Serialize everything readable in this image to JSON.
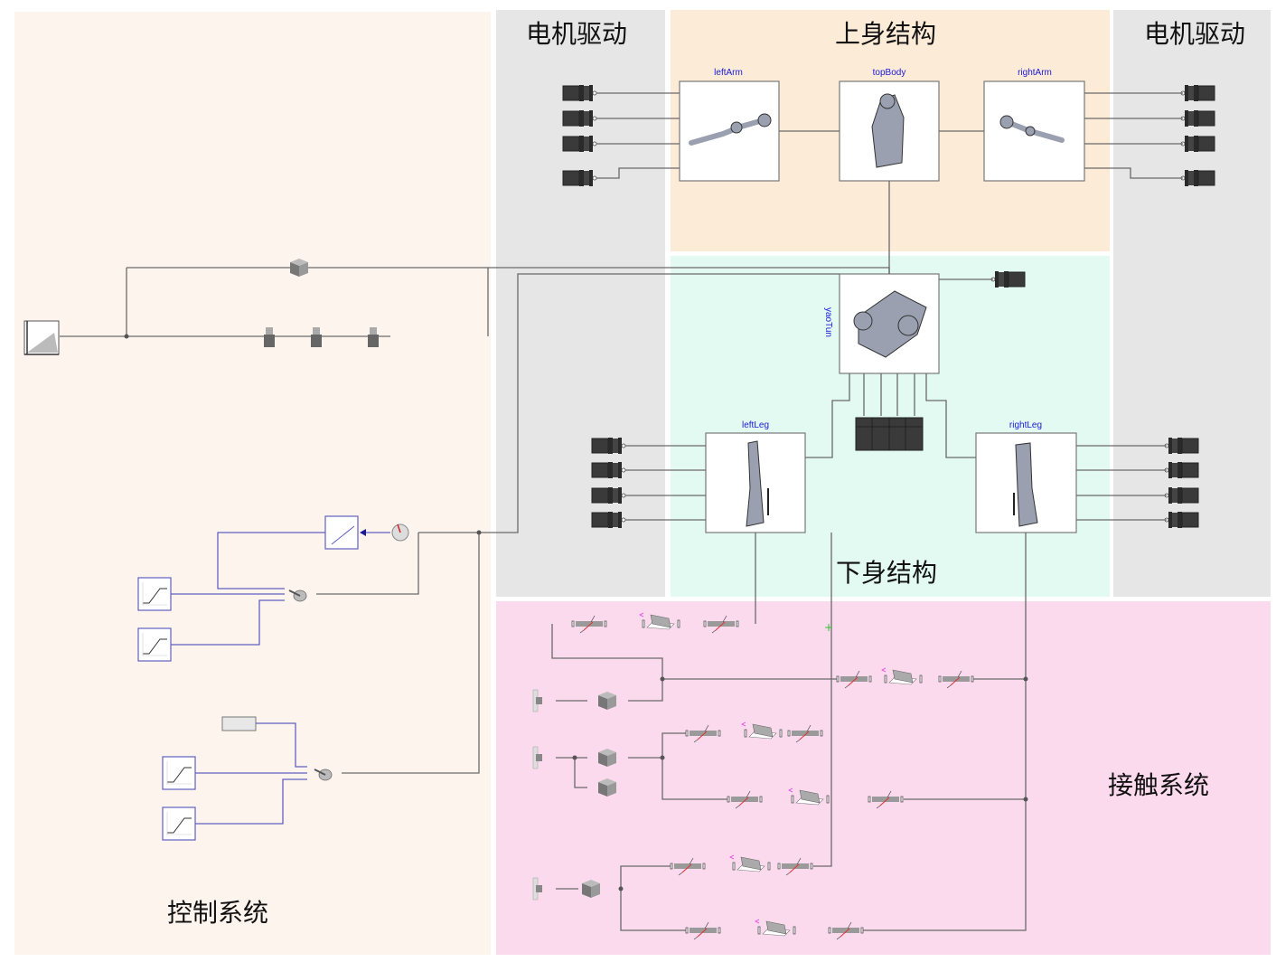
{
  "regions": {
    "control": {
      "title": "控制系统",
      "color": "#fef4ee"
    },
    "motor_left": {
      "title": "电机驱动",
      "color": "#e6e6e6"
    },
    "upper_body": {
      "title": "上身结构",
      "color": "#fcebd6"
    },
    "lower_body": {
      "title": "下身结构",
      "color": "#e3faf2"
    },
    "motor_right": {
      "title": "电机驱动",
      "color": "#e6e6e6"
    },
    "contact": {
      "title": "接触系统",
      "color": "#fbdaee"
    }
  },
  "components": {
    "left_arm": {
      "label": "leftArm"
    },
    "top_body": {
      "label": "topBody"
    },
    "right_arm": {
      "label": "rightArm"
    },
    "yao_tun": {
      "label": "yaoTun"
    },
    "left_leg": {
      "label": "leftLeg"
    },
    "right_leg": {
      "label": "rightLeg"
    }
  },
  "colors": {
    "component_label": "#1a1adb",
    "wire": "#6a6a6a",
    "signal_wire": "#6060c0",
    "motor": "#3a3a3a"
  }
}
